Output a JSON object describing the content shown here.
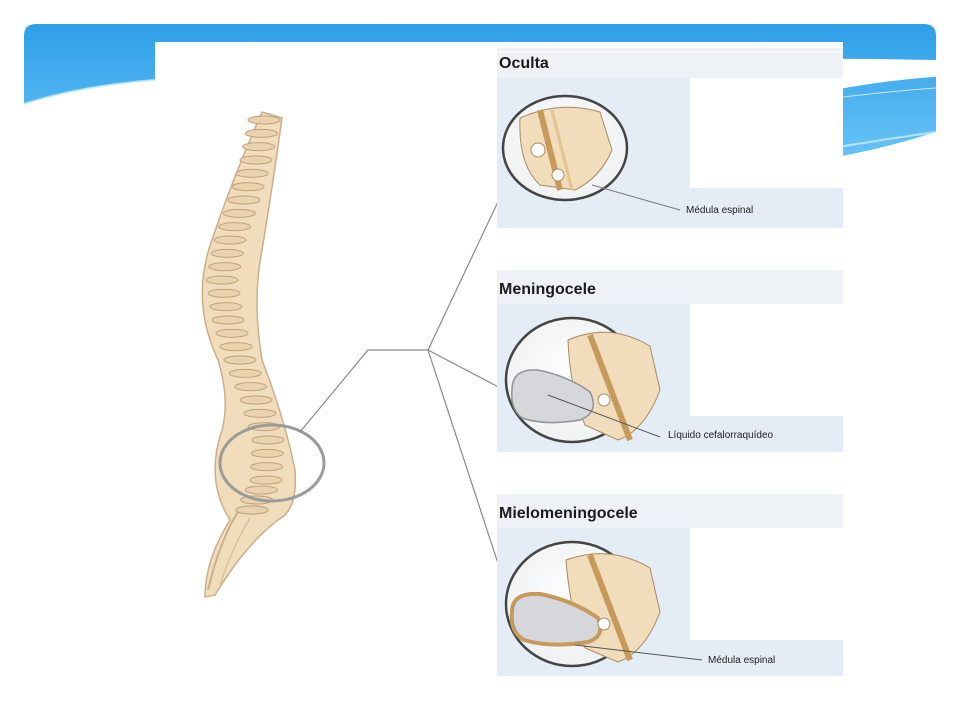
{
  "colors": {
    "banner": "#3aa8ec",
    "banner_light": "#8fd3fb",
    "panel_bg": "#e7eef7",
    "bone": "#f1dcbc",
    "bone_outline": "#c9b08c",
    "cord": "#c69a5a",
    "fluid_sac": "#d5d7da",
    "leader_line": "#8a8a8a"
  },
  "panels": [
    {
      "id": "oculta",
      "title": "Oculta",
      "callout": "Médula espinal"
    },
    {
      "id": "meningocele",
      "title": "Meningocele",
      "callout": "Líquido cefalorraquídeo"
    },
    {
      "id": "mielomeningocele",
      "title": "Mielomeningocele",
      "callout": "Médula espinal"
    }
  ]
}
